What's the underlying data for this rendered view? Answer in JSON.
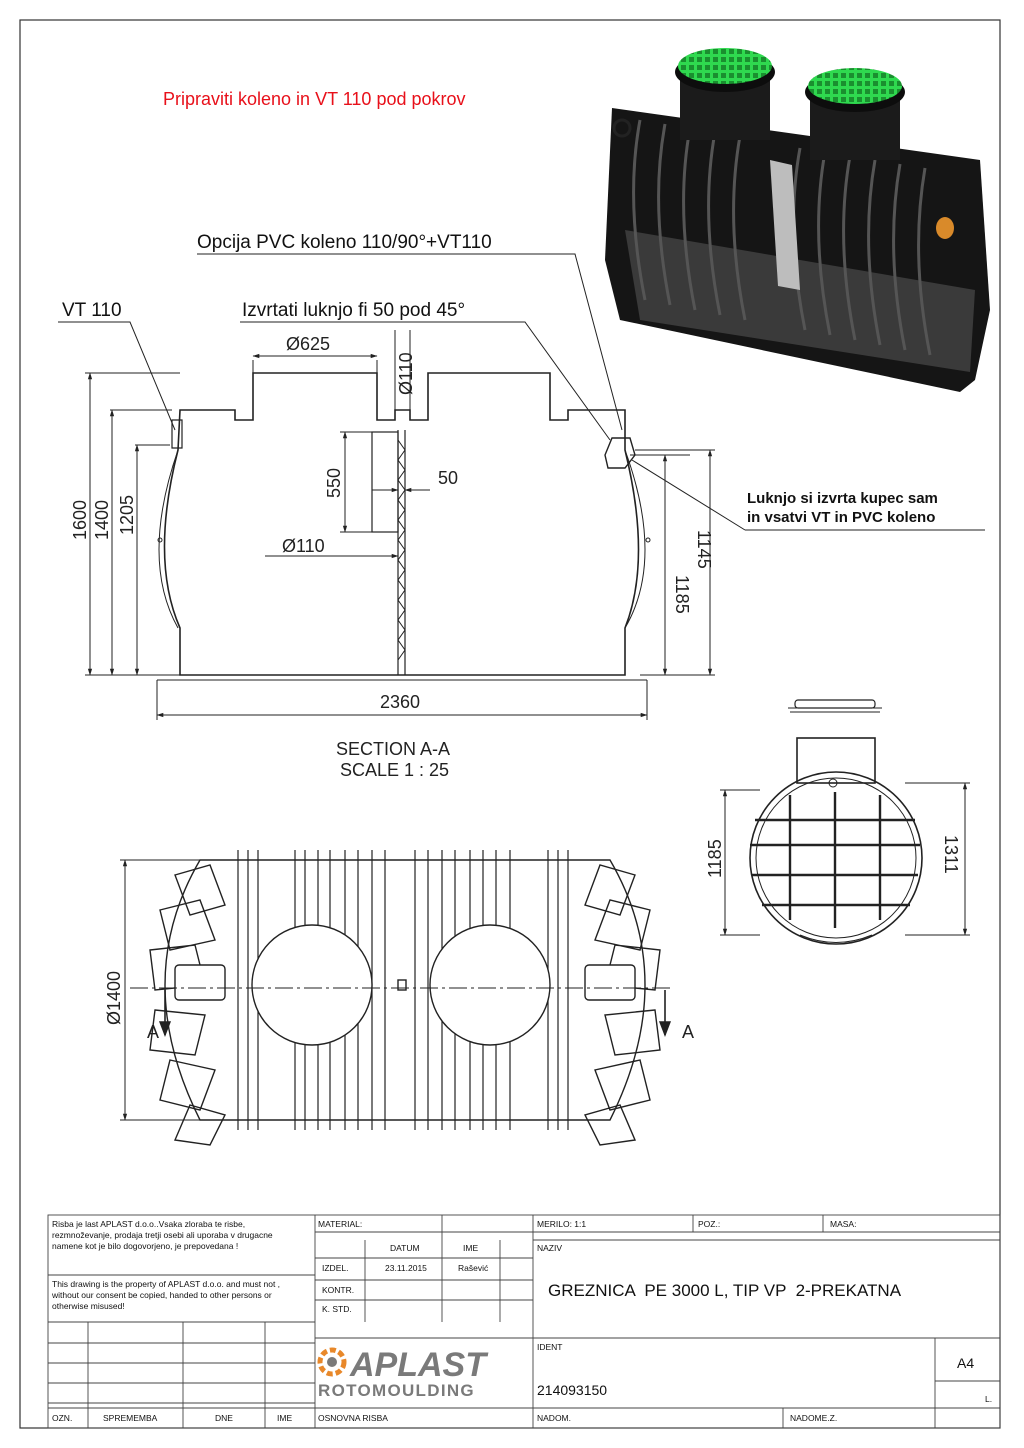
{
  "notes": {
    "top_red": "Pripraviti koleno in VT 110 pod pokrov",
    "pvc_option": "Opcija PVC koleno 110/90°+VT110",
    "vt110": "VT 110",
    "drill_hole": "Izvrtati luknjo fi 50 pod 45°",
    "customer_line1": "Luknjo si izvrta kupec sam",
    "customer_line2": "in vsatvi VT in PVC koleno"
  },
  "section": {
    "title": "SECTION A-A",
    "scale": "SCALE 1 : 25",
    "dims": {
      "d625": "Ø625",
      "d110_top": "Ø110",
      "h550": "550",
      "w50": "50",
      "d110_mid": "Ø110",
      "h1600": "1600",
      "h1400": "1400",
      "h1205": "1205",
      "h1185": "1185",
      "h1145": "1145",
      "w2360": "2360"
    }
  },
  "plan_view": {
    "dia1400": "Ø1400",
    "section_left": "A",
    "section_right": "A"
  },
  "end_view": {
    "h1185": "1185",
    "h1311": "1311"
  },
  "colors": {
    "red_note": "#e8101a",
    "lid_green": "#2fd94f",
    "tank_black": "#1a1a1a",
    "logo_orange": "#e8882a",
    "logo_gray": "#7a7a7a"
  },
  "title_block": {
    "property_si": "Risba je last APLAST d.o.o..Vsaka zloraba te risbe, rezmnoževanje, prodaja tretji osebi ali uporaba v drugacne namene kot je bilo dogovorjeno, je prepovedana !",
    "property_en": "This drawing is the property of APLAST d.o.o. and must not , without our consent be copied, handed to other persons or otherwise misused!",
    "material_label": "MATERIAL:",
    "merilo": "MERILO: 1:1",
    "poz": "POZ.:",
    "masa": "MASA:",
    "datum_label": "DATUM",
    "ime_label": "IME",
    "naziv_label": "NAZIV",
    "izdel": "IZDEL.",
    "date": "23.11.2015",
    "author": "Rašević",
    "kontr": "KONTR.",
    "kstd": "K. STD.",
    "title": "GREZNICA  PE 3000 L, TIP VP  2-PREKATNA",
    "ident_label": "IDENT",
    "ident": "214093150",
    "format": "A4",
    "sheet_l": "L.",
    "ozn": "OZN.",
    "sprememba": "SPREMEMBA",
    "dne": "DNE",
    "ime": "IME",
    "osnovna": "OSNOVNA RISBA",
    "nadom": "NADOM.",
    "nadomez": "NADOME.Z.",
    "logo_main": "APLAST",
    "logo_sub": "ROTOMOULDING"
  }
}
